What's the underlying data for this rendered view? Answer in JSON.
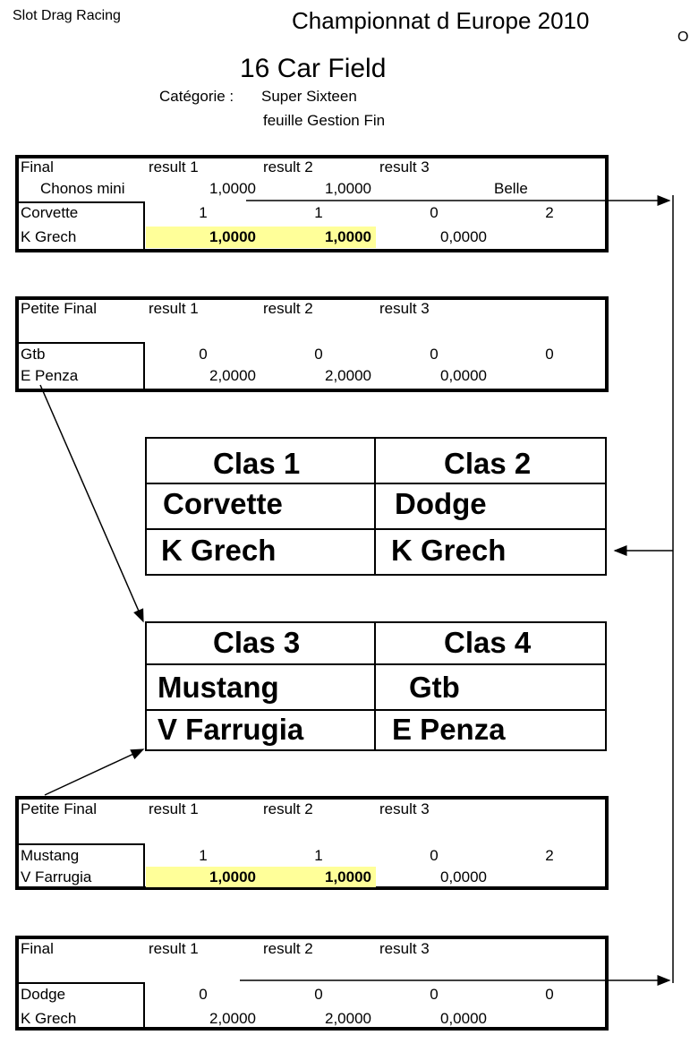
{
  "header": {
    "left": "Slot Drag Racing",
    "title": "Championnat d Europe 2010",
    "corner": "O",
    "subtitle": "16 Car Field",
    "category_label": "Catégorie :",
    "category": "Super Sixteen",
    "sheet": "feuille Gestion Fin"
  },
  "tables": [
    {
      "title": "Final",
      "cols": [
        "result 1",
        "result 2",
        "result 3"
      ],
      "sub": {
        "label": "Chonos mini",
        "v1": "1,0000",
        "v2": "1,0000",
        "belle": "Belle"
      },
      "car": "Corvette",
      "scores": [
        "1",
        "1",
        "0",
        "2"
      ],
      "driver": "K Grech",
      "times": [
        "1,0000",
        "1,0000",
        "0,0000"
      ]
    },
    {
      "title": "Petite Final",
      "cols": [
        "result 1",
        "result 2",
        "result 3"
      ],
      "car": "Gtb",
      "scores": [
        "0",
        "0",
        "0",
        "0"
      ],
      "driver": "E Penza",
      "times": [
        "2,0000",
        "2,0000",
        "0,0000"
      ]
    },
    {
      "title": "Petite Final",
      "cols": [
        "result 1",
        "result 2",
        "result 3"
      ],
      "car": "Mustang",
      "scores": [
        "1",
        "1",
        "0",
        "2"
      ],
      "driver": "V Farrugia",
      "times": [
        "1,0000",
        "1,0000",
        "0,0000"
      ]
    },
    {
      "title": "Final",
      "cols": [
        "result 1",
        "result 2",
        "result 3"
      ],
      "car": "Dodge",
      "scores": [
        "0",
        "0",
        "0",
        "0"
      ],
      "driver": "K Grech",
      "times": [
        "2,0000",
        "2,0000",
        "0,0000"
      ]
    }
  ],
  "classement": [
    {
      "title": "Clas 1",
      "car": "Corvette",
      "driver": "K Grech"
    },
    {
      "title": "Clas 2",
      "car": "Dodge",
      "driver": "K Grech"
    },
    {
      "title": "Clas 3",
      "car": "Mustang",
      "driver": "V Farrugia"
    },
    {
      "title": "Clas 4",
      "car": "Gtb",
      "driver": "E Penza"
    }
  ],
  "colors": {
    "highlight": "#ffff99"
  }
}
